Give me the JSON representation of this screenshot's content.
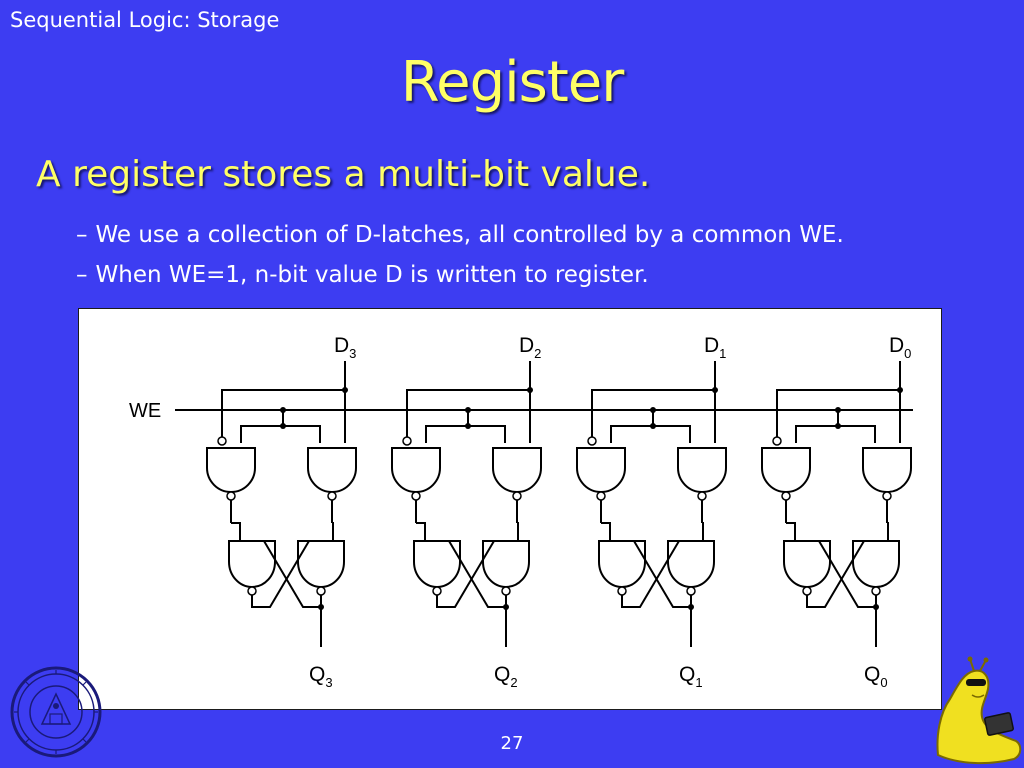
{
  "header": {
    "section": "Sequential Logic: Storage"
  },
  "slide": {
    "title": "Register",
    "main_point": "A register stores a multi-bit value.",
    "bullet_dash": "–",
    "sub_points": [
      "We use a collection of D-latches, all controlled by a common WE.",
      "When WE=1, n-bit value D is written to register."
    ],
    "page_number": "27"
  },
  "diagram": {
    "we_label": "WE",
    "inputs": [
      {
        "name": "D",
        "index": "3"
      },
      {
        "name": "D",
        "index": "2"
      },
      {
        "name": "D",
        "index": "1"
      },
      {
        "name": "D",
        "index": "0"
      }
    ],
    "outputs": [
      {
        "name": "Q",
        "index": "3"
      },
      {
        "name": "Q",
        "index": "2"
      },
      {
        "name": "Q",
        "index": "1"
      },
      {
        "name": "Q",
        "index": "0"
      }
    ]
  },
  "icons": [
    "university-seal-icon",
    "slug-mascot-icon"
  ],
  "colors": {
    "background": "#3d3df2",
    "title": "#ffff66",
    "text": "#ffffff",
    "diagram_bg": "#ffffff",
    "wire": "#000000"
  }
}
